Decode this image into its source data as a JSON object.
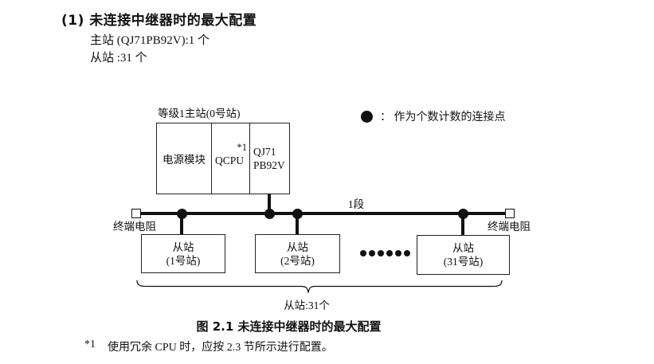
{
  "section": {
    "heading": "(1) 未连接中继器时的最大配置",
    "master_line": "主站 (QJ71PB92V):1 个",
    "slave_line": "从站 :31 个"
  },
  "legend": {
    "dot_icon": "connection-point-dot",
    "text": "：  作为个数计数的连接点"
  },
  "diagram": {
    "master_label": "等级1主站(0号站)",
    "master_cells": {
      "power": "电源模块",
      "cpu": "QCPU",
      "cpu_note": "*1",
      "module_line1": "QJ71",
      "module_line2": "PB92V"
    },
    "segment_label": "1段",
    "terminator_left_label": "终端电阻",
    "terminator_right_label": "终端电阻",
    "slaves": [
      {
        "name": "从站",
        "station": "(1号站)"
      },
      {
        "name": "从站",
        "station": "(2号站)"
      },
      {
        "name": "从站",
        "station": "(31号站)"
      }
    ],
    "brace_label": "从站:31个"
  },
  "caption": "图 2.1 未连接中继器时的最大配置",
  "footnote": {
    "marker": "*1",
    "text": "使用冗余 CPU 时，应按 2.3 节所示进行配置。"
  }
}
